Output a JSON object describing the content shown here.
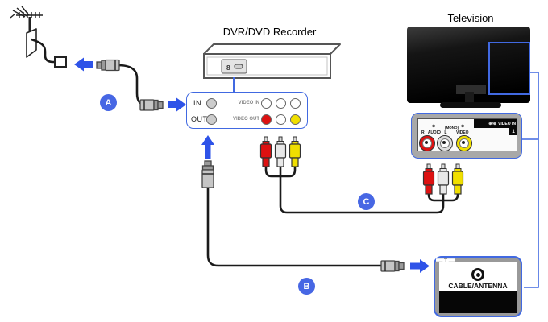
{
  "colors": {
    "accent_blue": "#4169E1",
    "arrow_blue": "#2E53E8",
    "badge_blue": "#4767E4",
    "rca_red": "#DD1111",
    "rca_yellow": "#F0DF00",
    "cable_black": "#1A1A1A"
  },
  "devices": {
    "recorder": {
      "title": "DVR/DVD Recorder",
      "display": "8"
    },
    "television": {
      "title": "Television"
    }
  },
  "recorder_panel": {
    "in_label": "IN",
    "out_label": "OUT",
    "video_in_label": "VIDEO IN",
    "video_out_label": "VIDEO OUT"
  },
  "tv_panel": {
    "header_icons": "⊕/⊕",
    "header_label": "VIDEO IN",
    "input_number": "1",
    "audio_icon": "⊕",
    "mono_label": "(MONO)",
    "audio_row": "R AUDIO L",
    "video_icon": "⊕",
    "video_label": "VIDEO"
  },
  "antenna_box": {
    "label": "CABLE/ANTENNA"
  },
  "badges": {
    "a": "A",
    "b": "B",
    "c": "C"
  }
}
